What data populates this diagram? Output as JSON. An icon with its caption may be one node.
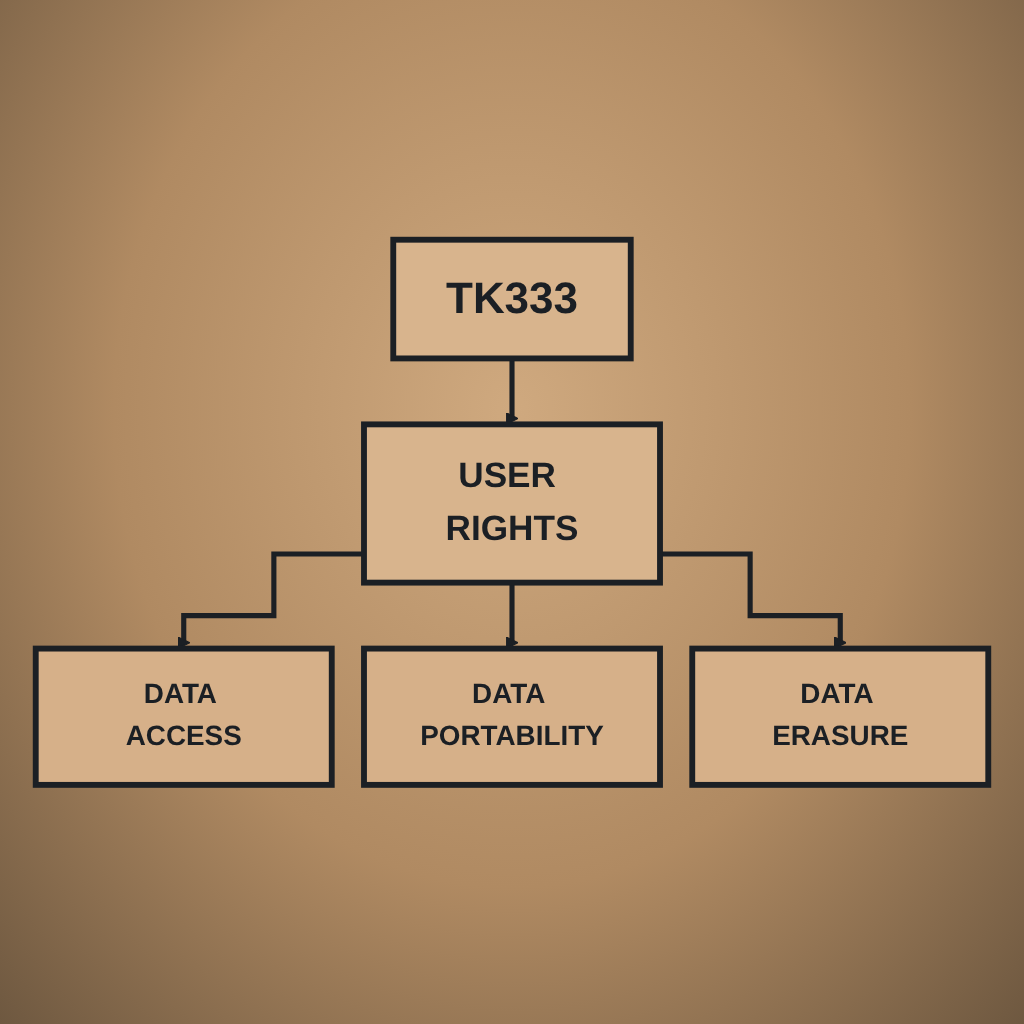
{
  "diagram": {
    "nodes": [
      {
        "text": [
          "TK333"
        ]
      },
      {
        "text": [
          "USER RIGHTS"
        ]
      },
      {
        "text": [
          "DATA ACCESS"
        ]
      },
      {
        "text": [
          "DATA PORTABILITY"
        ]
      },
      {
        "text": [
          "DATA ERASURE"
        ]
      }
    ],
    "edges": [
      {
        "from": 0,
        "to": 1,
        "arrow": "to"
      },
      {
        "from": 1,
        "to": 2,
        "arrow": "to"
      },
      {
        "from": 1,
        "to": 3,
        "arrow": "to"
      },
      {
        "from": 1,
        "to": 4,
        "arrow": "to"
      }
    ]
  }
}
